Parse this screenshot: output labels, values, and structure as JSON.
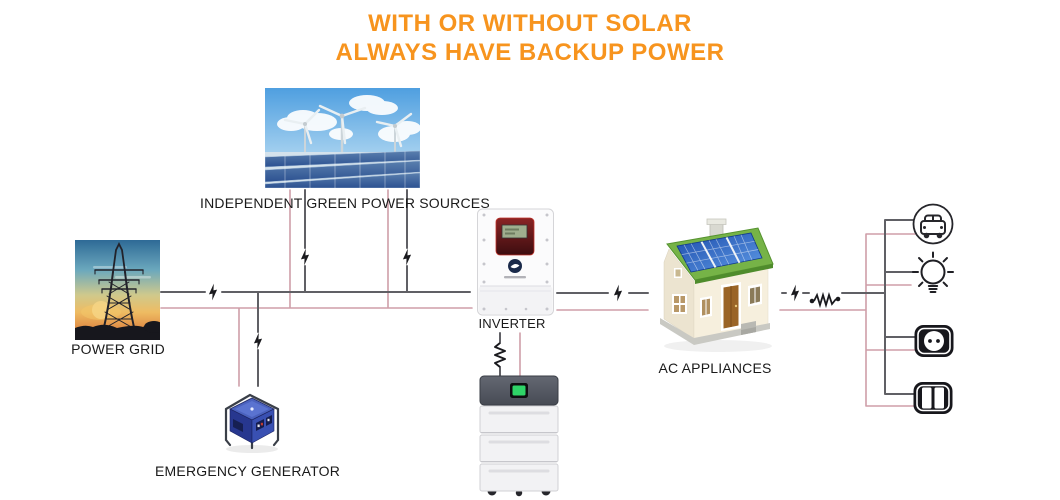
{
  "title": {
    "line1": "WITH OR WITHOUT SOLAR",
    "line2": "ALWAYS HAVE BACKUP POWER"
  },
  "colors": {
    "accent-orange": "#f7941e",
    "wire-gray": "#606065",
    "wire-pink": "#cf9ea8",
    "label-black": "#1a1a1a"
  },
  "nodes": {
    "green_sources": {
      "label": "INDEPENDENT GREEN POWER SOURCES",
      "image": "wind-turbines-and-solar-panels"
    },
    "power_grid": {
      "label": "POWER GRID",
      "image": "transmission-tower-at-sunset"
    },
    "emergency_generator": {
      "label": "EMERGENCY GENERATOR",
      "image": "blue-portable-generator"
    },
    "inverter": {
      "label": "INVERTER",
      "image": "hybrid-inverter-unit"
    },
    "battery": {
      "image": "stacked-battery-storage"
    },
    "ac_appliances": {
      "label": "AC APPLIANCES",
      "image": "house-with-solar-roof"
    }
  },
  "appliance_icons": [
    {
      "name": "ev-car-icon"
    },
    {
      "name": "light-bulb-icon"
    },
    {
      "name": "power-outlet-icon"
    },
    {
      "name": "light-switch-icon"
    }
  ]
}
